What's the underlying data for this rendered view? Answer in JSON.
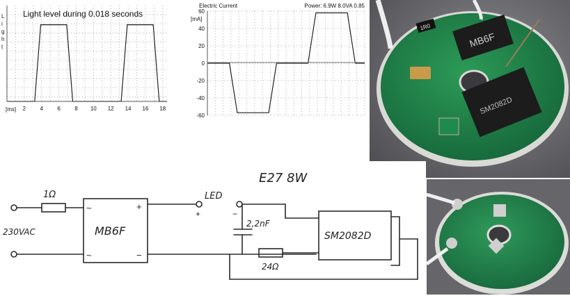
{
  "chart_data": [
    {
      "type": "line",
      "title": "Light level during 0.018 seconds",
      "ylabel": "Light",
      "xlabel": "",
      "x_unit": "[ms]",
      "xlim": [
        0,
        18.5
      ],
      "ylim": [
        0,
        1
      ],
      "x_ticks": [
        2,
        4,
        6,
        8,
        10,
        12,
        14,
        16,
        18
      ],
      "grid": true,
      "series": [
        {
          "x": [
            0,
            3.2,
            3.9,
            6.9,
            7.6,
            13.2,
            13.9,
            16.9,
            17.6,
            18.5
          ],
          "values": [
            0,
            0,
            0.8,
            0.8,
            0,
            0,
            0.8,
            0.8,
            0,
            0
          ]
        }
      ]
    },
    {
      "type": "line",
      "title": "Electric Current",
      "subtitle": "Power: 6.9W 8.0VA 0.85",
      "ylabel": "[mA]",
      "xlabel": "",
      "xlim": [
        0,
        20
      ],
      "ylim": [
        -60,
        60
      ],
      "y_ticks": [
        60,
        40,
        20,
        0,
        -20,
        -40,
        -60
      ],
      "grid": true,
      "series": [
        {
          "x": [
            0,
            2.8,
            3.8,
            7.8,
            8.8,
            12.8,
            13.8,
            17.8,
            18.8,
            20
          ],
          "values": [
            0,
            0,
            -57,
            -57,
            0,
            0,
            58,
            58,
            0,
            0
          ]
        }
      ]
    }
  ],
  "schematic": {
    "header": "E27   8W",
    "source_label": "230VAC",
    "resistor_in_label": "1Ω",
    "bridge_label": "MB6F",
    "plus_sign": "+",
    "minus_sign": "−",
    "tilde": "~",
    "led_label": "LED",
    "capacitor_label": "2,2nF",
    "resistor_sense_label": "24Ω",
    "driver_label": "SM2082D"
  },
  "photos": {
    "top": {
      "bridge_marking": "MB6F",
      "driver_marking": "SM2082D",
      "board_marking": "1R0"
    },
    "bottom": {}
  },
  "colors": {
    "pcb_green": "#1f7a44",
    "chip_black": "#1c1c1c",
    "photo_bg_top": "#6e6e72",
    "photo_bg_bottom": "#6a6a6e",
    "ink": "#222222"
  }
}
